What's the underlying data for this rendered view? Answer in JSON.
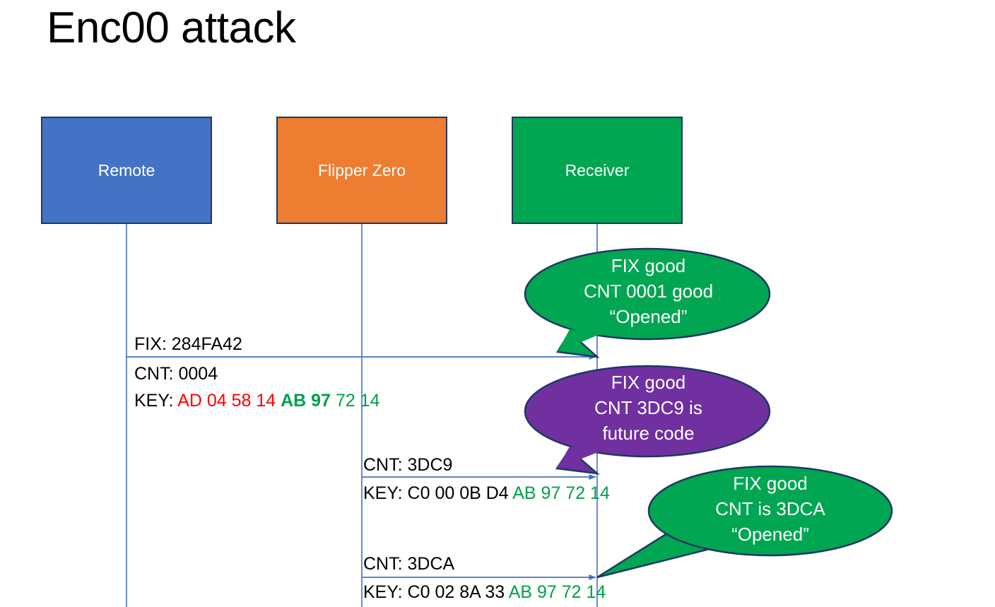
{
  "slide": {
    "title": "Enc00 attack",
    "background": "#FFFFFF"
  },
  "colors": {
    "remote": "#4472C4",
    "flipper": "#ED7D31",
    "receiver": "#00A651",
    "bubble_good": "#00A651",
    "bubble_future": "#7030A0",
    "outline": "#1F3864",
    "lifeline": "#4472C4",
    "hex_red": "#FF0000",
    "hex_green": "#00A04A",
    "text": "#000000"
  },
  "actors": [
    {
      "id": "remote",
      "label": "Remote",
      "color": "#4472C4"
    },
    {
      "id": "flipper",
      "label": "Flipper Zero",
      "color": "#ED7D31"
    },
    {
      "id": "receiver",
      "label": "Receiver",
      "color": "#00A651"
    }
  ],
  "messages": [
    {
      "id": "msg-remote-to-receiver",
      "from": "remote",
      "to": "receiver",
      "lines": [
        {
          "segments": [
            {
              "text": "FIX: 284FA42",
              "color": "text",
              "bold": false
            }
          ]
        },
        {
          "segments": [
            {
              "text": "CNT: 0004",
              "color": "text",
              "bold": false
            }
          ]
        },
        {
          "segments": [
            {
              "text": "KEY: ",
              "color": "text",
              "bold": false
            },
            {
              "text": "AD 04 58 14 ",
              "color": "hex_red",
              "bold": false
            },
            {
              "text": "AB 97 ",
              "color": "hex_green",
              "bold": true
            },
            {
              "text": "72 14",
              "color": "hex_green",
              "bold": false
            }
          ]
        }
      ]
    },
    {
      "id": "msg-flipper-to-receiver-1",
      "from": "flipper",
      "to": "receiver",
      "lines": [
        {
          "segments": [
            {
              "text": "CNT: 3DC9",
              "color": "text",
              "bold": false
            }
          ]
        },
        {
          "segments": [
            {
              "text": "KEY: C0 00 0B D4 ",
              "color": "text",
              "bold": false
            },
            {
              "text": "AB 97 72 14",
              "color": "hex_green",
              "bold": false
            }
          ]
        }
      ]
    },
    {
      "id": "msg-flipper-to-receiver-2",
      "from": "flipper",
      "to": "receiver",
      "lines": [
        {
          "segments": [
            {
              "text": "CNT: 3DCA",
              "color": "text",
              "bold": false
            }
          ]
        },
        {
          "segments": [
            {
              "text": "KEY: C0 02 8A 33 ",
              "color": "text",
              "bold": false
            },
            {
              "text": "AB 97 72 14",
              "color": "hex_green",
              "bold": false
            }
          ]
        }
      ]
    }
  ],
  "callouts": [
    {
      "id": "callout-cnt-0001-good",
      "color": "#00A651",
      "lines": [
        "FIX good",
        "CNT 0001 good",
        "“Opened”"
      ]
    },
    {
      "id": "callout-cnt-3dc9-future",
      "color": "#7030A0",
      "lines": [
        "FIX good",
        "CNT 3DC9 is",
        "future code"
      ]
    },
    {
      "id": "callout-cnt-3dca-good",
      "color": "#00A651",
      "lines": [
        "FIX good",
        "CNT is 3DCA",
        "“Opened”"
      ]
    }
  ]
}
